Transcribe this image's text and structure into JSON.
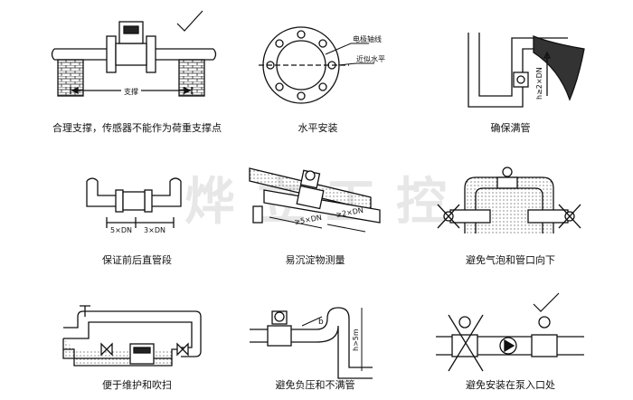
{
  "watermark": "烨立工控",
  "panels": [
    {
      "caption": "合理支撑，传感器不能作为荷重支撑点",
      "labels": {
        "support": "支撑"
      }
    },
    {
      "caption": "水平安装",
      "labels": {
        "electrode_axis": "电极轴线",
        "approx_horizontal": "近似水平"
      }
    },
    {
      "caption": "确保满管",
      "labels": {
        "height": "h≥2×DN"
      }
    },
    {
      "caption": "保证前后直管段",
      "labels": {
        "upstream": "5×DN",
        "downstream": "3×DN"
      }
    },
    {
      "caption": "易沉淀物测量",
      "labels": {
        "up": "≥5×DN",
        "down": "≥2×DN"
      }
    },
    {
      "caption": "避免气泡和管口向下",
      "labels": {}
    },
    {
      "caption": "便于维护和吹扫",
      "labels": {}
    },
    {
      "caption": "避免负压和不满管",
      "labels": {
        "b": "b",
        "h": "h>5m"
      }
    },
    {
      "caption": "避免安装在泵入口处",
      "labels": {}
    }
  ],
  "colors": {
    "line": "#111111",
    "hatch": "#555555"
  }
}
